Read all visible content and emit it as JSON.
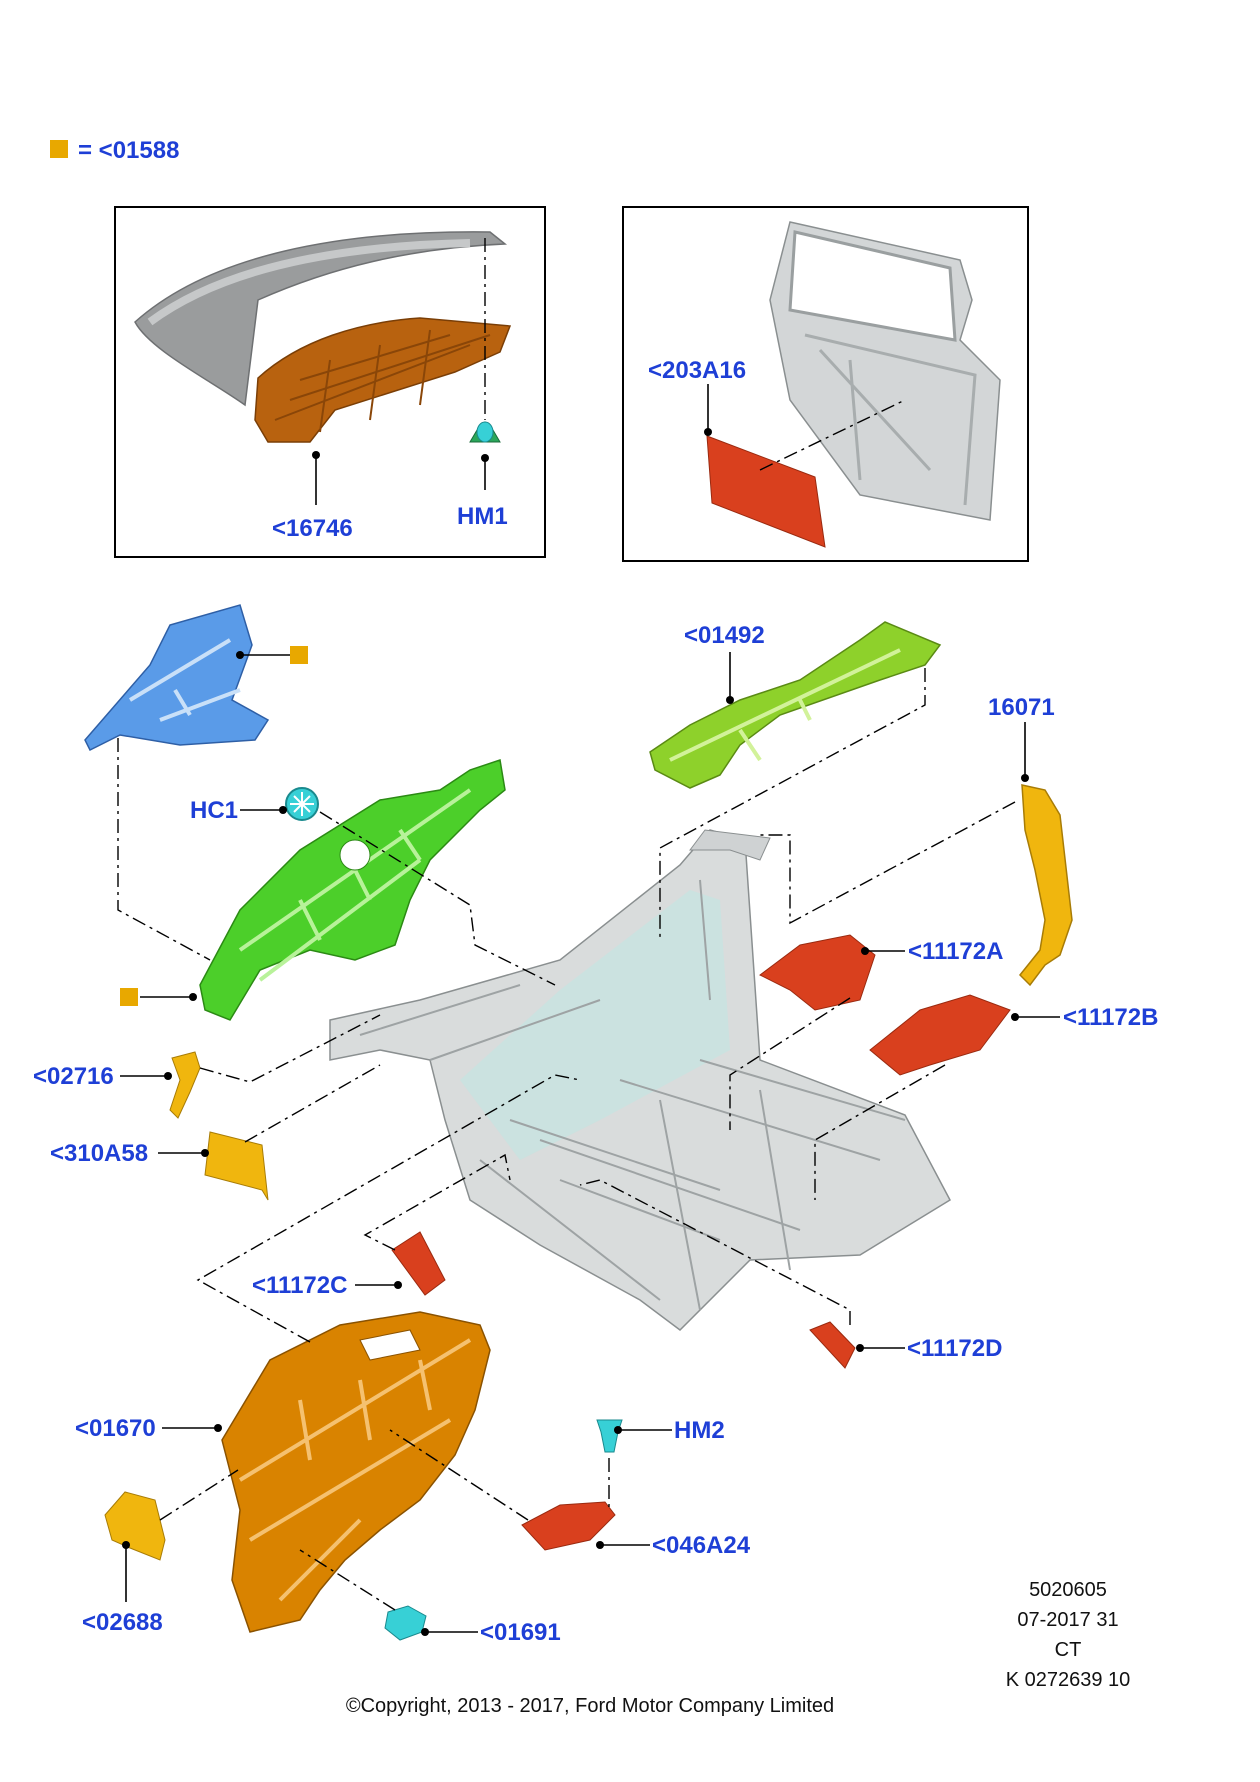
{
  "legend": {
    "symbol_color": "#e8a800",
    "text": "= <01588"
  },
  "colors": {
    "callout_text": "#1e3fd6",
    "orange_panel": "#d98300",
    "brown_panel": "#b8620f",
    "green_panel": "#4ccf2a",
    "lime_panel": "#8ed12b",
    "blue_panel": "#5a9be8",
    "red_patch": "#d9401e",
    "yellow_part": "#f0b60e",
    "cyan_clip": "#37d0d6",
    "grey_shell": "#d9dcdc"
  },
  "inset_left": {
    "callouts": [
      "<16746",
      "HM1"
    ]
  },
  "inset_right": {
    "callouts": [
      "<203A16"
    ]
  },
  "callouts": {
    "c01492": "<01492",
    "c16071": "16071",
    "hc1": "HC1",
    "c11172a": "<11172A",
    "c11172b": "<11172B",
    "c02716": "<02716",
    "c310a58": "<310A58",
    "c11172c": "<11172C",
    "c11172d": "<11172D",
    "c01670": "<01670",
    "hm2": "HM2",
    "c046a24": "<046A24",
    "c02688": "<02688",
    "c01691": "<01691"
  },
  "meta_block": [
    "5020605",
    "07-2017 31",
    "CT",
    "K 0272639 10"
  ],
  "copyright": "©Copyright, 2013 - 2017, Ford Motor Company Limited"
}
